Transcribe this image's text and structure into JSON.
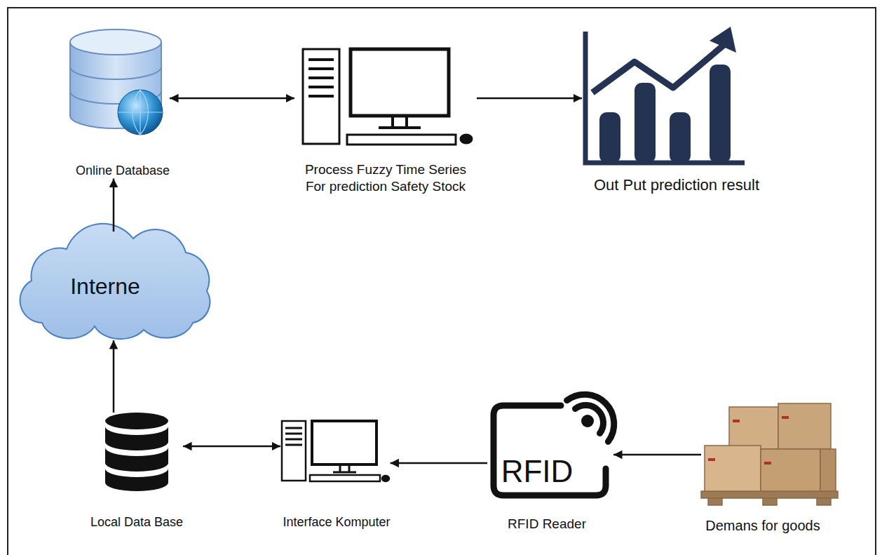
{
  "diagram": {
    "nodes": [
      {
        "text": [
          "Online Database"
        ]
      },
      {
        "text": [
          "Process Fuzzy Time Series For prediction Safety Stock"
        ]
      },
      {
        "text": [
          "Out Put prediction result"
        ]
      },
      {
        "text": [
          "Interne"
        ]
      },
      {
        "text": [
          "Local Data Base"
        ]
      },
      {
        "text": [
          "Interface Komputer"
        ]
      },
      {
        "text": [
          "RFID",
          "RFID Reader"
        ]
      },
      {
        "text": [
          "Demans for goods"
        ]
      }
    ],
    "edges": [
      {
        "from": 0,
        "to": 1,
        "arrow": "both"
      },
      {
        "from": 1,
        "to": 2,
        "arrow": "to"
      },
      {
        "from": 3,
        "to": 0,
        "arrow": "to"
      },
      {
        "from": 4,
        "to": 3,
        "arrow": "to"
      },
      {
        "from": 4,
        "to": 5,
        "arrow": "both"
      },
      {
        "from": 6,
        "to": 5,
        "arrow": "to"
      },
      {
        "from": 7,
        "to": 6,
        "arrow": "to"
      }
    ]
  }
}
